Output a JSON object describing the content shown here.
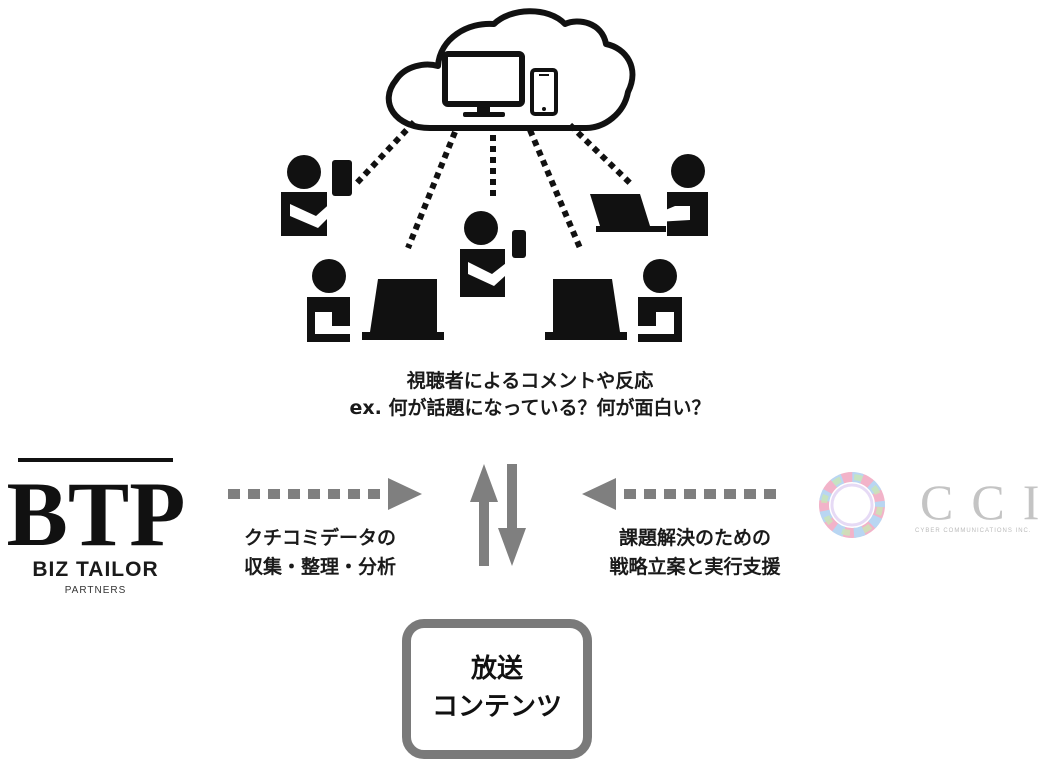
{
  "viewer_caption": {
    "line1": "視聴者によるコメントや反応",
    "line2": "ex. 何が話題になっている？何が面白い？"
  },
  "left_org": {
    "logo_mark": "BTP",
    "name": "BIZ TAILOR",
    "sub": "PARTNERS",
    "caption_line1": "クチコミデータの",
    "caption_line2": "収集・整理・分析"
  },
  "right_org": {
    "logo_letters": "CCI",
    "sub": "CYBER COMMUNICATIONS INC.",
    "caption_line1": "課題解決のための",
    "caption_line2": "戦略立案と実行支援"
  },
  "content_box": {
    "line1": "放送",
    "line2": "コンテンツ"
  },
  "colors": {
    "icon": "#111111",
    "arrow": "#7f7f7f",
    "box_border": "#7a7a7a",
    "cci_ring": [
      "#f2b3c9",
      "#b9d6f2",
      "#c9e6b5",
      "#f4e3a6",
      "#d6c2ef"
    ]
  },
  "icons": [
    "cloud-icon",
    "monitor-icon",
    "smartphone-icon",
    "person-with-phone-icon",
    "person-at-laptop-icon",
    "person-at-desktop-icon"
  ]
}
